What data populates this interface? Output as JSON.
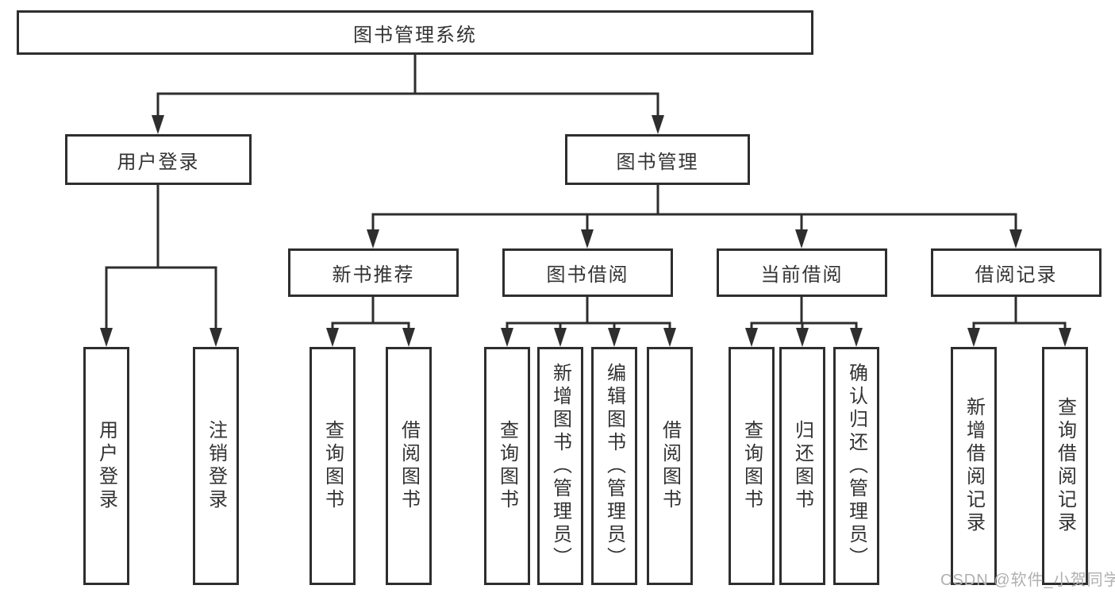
{
  "title": "图书管理系统",
  "watermark": "CSDN @软件_小贺同学",
  "colors": {
    "line": "#2e2e2e",
    "box_border": "#2e2e2e",
    "box_bg": "#ffffff",
    "text": "#333333",
    "watermark": "#b0b0b0"
  },
  "nodes": {
    "root": "图书管理系统",
    "l2": {
      "user_login": "用户登录",
      "book_mgmt": "图书管理"
    },
    "l3": {
      "new_book_rec": "新书推荐",
      "book_borrow": "图书借阅",
      "current_borrow": "当前借阅",
      "borrow_record": "借阅记录"
    },
    "leaves": {
      "user_login": "用户登录",
      "logout": "注销登录",
      "rec_query_book": "查询图书",
      "rec_borrow_book": "借阅图书",
      "bb_query_book": "查询图书",
      "bb_add_book": "新增图书（管理员）",
      "bb_edit_book": "编辑图书（管理员）",
      "bb_borrow_book": "借阅图书",
      "cb_query_book": "查询图书",
      "cb_return_book": "归还图书",
      "cb_confirm_return": "确认归还（管理员）",
      "br_add_record": "新增借阅记录",
      "br_query_record": "查询借阅记录"
    }
  }
}
